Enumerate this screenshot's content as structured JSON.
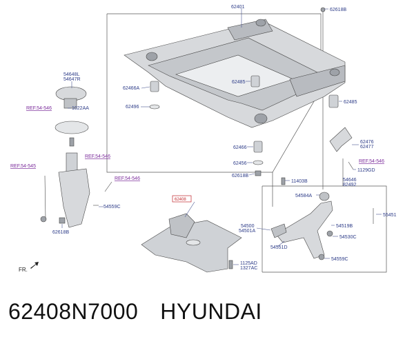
{
  "caption": {
    "part_number": "62408N7000",
    "brand": "HYUNDAI"
  },
  "orientation_marker": "FR.",
  "highlighted_part": "62408",
  "labels": {
    "l62401": "62401",
    "l62618B_top": "62618B",
    "l62466A": "62466A",
    "l62496": "62496",
    "l62485_left": "62485",
    "l62485_right": "62485",
    "l62466": "62466",
    "l62456": "62456",
    "l62618B_mid": "62618B",
    "l62476": "62476",
    "l62477": "62477",
    "l1129GD": "1129GD",
    "l54646": "54646",
    "l82492": "82492",
    "l11403B": "11403B",
    "l54584A": "54584A",
    "l54500": "54500",
    "l54501A": "54501A",
    "l54519B": "54519B",
    "l54530C": "54530C",
    "l54551D": "54551D",
    "l54559C_right": "54559C",
    "l55451": "55451",
    "l1125AD": "1125AD",
    "l1327AC": "1327AC",
    "l54648L": "54648L",
    "l54647R": "54647R",
    "l1022AA": "1022AA",
    "l54559C_left": "54559C",
    "l62618B_bottom": "62618B"
  },
  "refs": {
    "r1": "REF.54-546",
    "r2": "REF.54-546",
    "r3": "REF.54-545",
    "r4": "REF.54-546",
    "r5": "REF.54-546"
  }
}
